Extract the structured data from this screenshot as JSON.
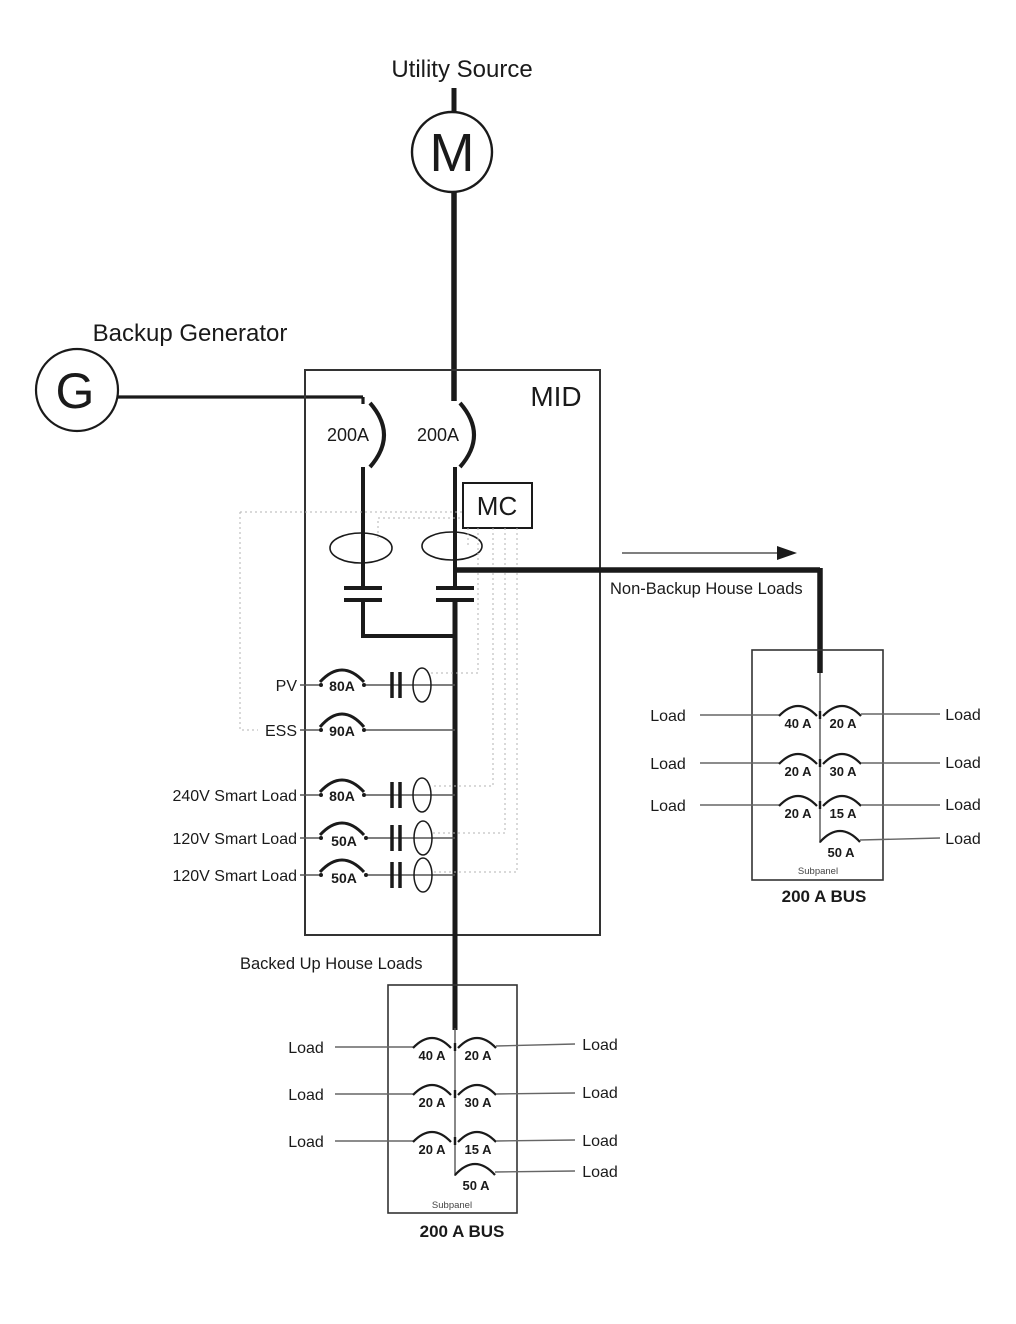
{
  "sources": {
    "utility": {
      "label": "Utility Source",
      "symbol": "M"
    },
    "generator": {
      "label": "Backup Generator",
      "symbol": "G"
    }
  },
  "mid": {
    "label": "MID",
    "controller": "MC",
    "generator_breaker": "200A",
    "utility_breaker": "200A",
    "branches": [
      {
        "label": "PV",
        "rating": "80A"
      },
      {
        "label": "ESS",
        "rating": "90A"
      },
      {
        "label": "240V Smart Load",
        "rating": "80A"
      },
      {
        "label": "120V Smart Load",
        "rating": "50A"
      },
      {
        "label": "120V Smart Load",
        "rating": "50A"
      }
    ]
  },
  "feeders": {
    "non_backup": "Non-Backup House Loads",
    "backed_up": "Backed Up House Loads"
  },
  "subpanels": {
    "non_backup": {
      "label": "Subpanel",
      "bus": "200 A BUS",
      "load_label": "Load",
      "rows": [
        {
          "left": "40 A",
          "right": "20 A"
        },
        {
          "left": "20 A",
          "right": "30 A"
        },
        {
          "left": "20 A",
          "right": "15 A"
        }
      ],
      "bottom_breaker": "50 A"
    },
    "backed_up": {
      "label": "Subpanel",
      "bus": "200 A BUS",
      "load_label": "Load",
      "rows": [
        {
          "left": "40 A",
          "right": "20 A"
        },
        {
          "left": "20 A",
          "right": "30 A"
        },
        {
          "left": "20 A",
          "right": "15 A"
        }
      ],
      "bottom_breaker": "50 A"
    }
  }
}
